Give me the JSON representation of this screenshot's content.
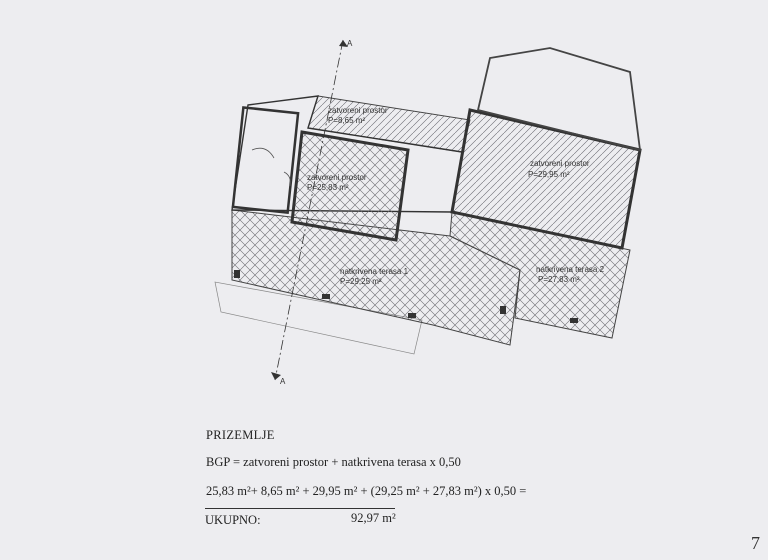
{
  "plan": {
    "rooms": [
      {
        "name": "zatvoreni prostor",
        "area": "P=8,65 m²"
      },
      {
        "name": "zatvoreni prostor",
        "area": "P=25,83 m²"
      },
      {
        "name": "zatvoreni prostor",
        "area": "P=29,95 m²"
      },
      {
        "name": "natkrivena terasa 1",
        "area": "P=29,25 m²"
      },
      {
        "name": "natkrivena terasa 2",
        "area": "P=27,83 m²"
      }
    ],
    "north_marker": "A"
  },
  "calculation": {
    "title": "PRIZEMLJE",
    "formula": "BGP = zatvoreni prostor + natkrivena terasa x 0,50",
    "calc": "25,83 m²+ 8,65 m² + 29,95 m² + (29,25 m² + 27,83 m²) x 0,50 =",
    "total_label": "UKUPNO:",
    "total_value": "92,97 m²"
  },
  "stamp": {
    "number": "7"
  }
}
